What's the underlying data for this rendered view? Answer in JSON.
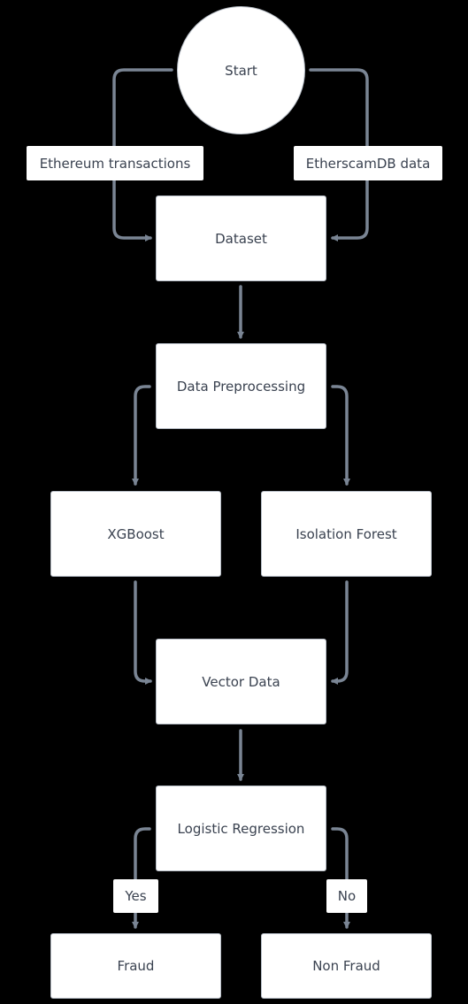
{
  "diagram": {
    "colors": {
      "background": "#000000",
      "node_fill": "#ffffff",
      "node_border": "#b7bec7",
      "edge": "#7a8594",
      "text": "#3a4250"
    },
    "nodes": {
      "start": "Start",
      "dataset": "Dataset",
      "preprocessing": "Data Preprocessing",
      "xgboost": "XGBoost",
      "isolation_forest": "Isolation Forest",
      "vector_data": "Vector Data",
      "logistic_regression": "Logistic Regression",
      "fraud": "Fraud",
      "non_fraud": "Non Fraud"
    },
    "edge_labels": {
      "ethereum": "Ethereum transactions",
      "etherscam": "EtherscamDB data",
      "yes": "Yes",
      "no": "No"
    }
  }
}
